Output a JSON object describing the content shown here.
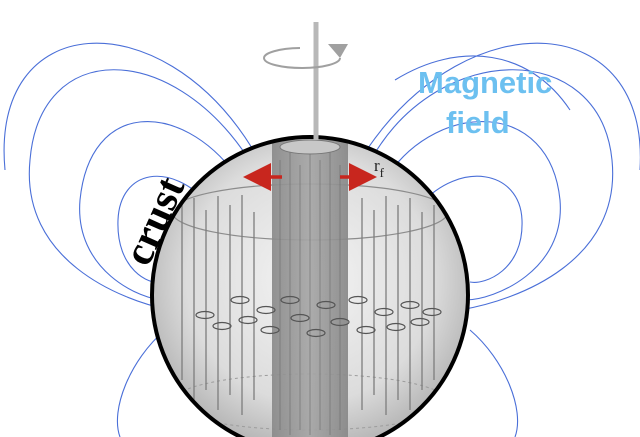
{
  "labels": {
    "magnetic_line1": "Magnetic",
    "magnetic_line2": "field",
    "crust": "crust",
    "radius_symbol": "r",
    "radius_subscript": "f"
  },
  "colors": {
    "field_lines": "#4a6fd8",
    "magnetic_label": "#6cc0f0",
    "arrows": "#c8261e",
    "crust_outline": "#000000",
    "core_column": "#9a9a9a",
    "rotation_axis": "#b8b8b8"
  },
  "icons": {
    "rotation": "rotation-arrow-icon"
  }
}
